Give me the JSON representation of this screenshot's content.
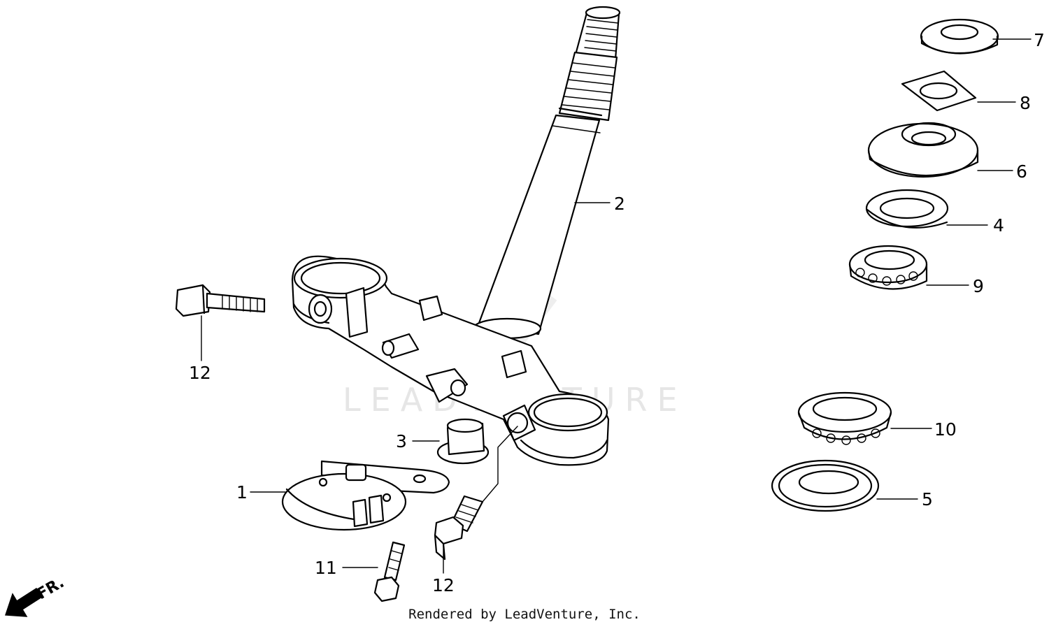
{
  "watermark": {
    "text": "LEADVENTURE"
  },
  "footer": {
    "credit": "Rendered by LeadVenture, Inc."
  },
  "direction_marker": {
    "label": "FR."
  },
  "callouts": [
    {
      "id": "1",
      "label": "1"
    },
    {
      "id": "2",
      "label": "2"
    },
    {
      "id": "3",
      "label": "3"
    },
    {
      "id": "4",
      "label": "4"
    },
    {
      "id": "5",
      "label": "5"
    },
    {
      "id": "6",
      "label": "6"
    },
    {
      "id": "7",
      "label": "7"
    },
    {
      "id": "8",
      "label": "8"
    },
    {
      "id": "9",
      "label": "9"
    },
    {
      "id": "10",
      "label": "10"
    },
    {
      "id": "11",
      "label": "11"
    },
    {
      "id": "12a",
      "label": "12"
    },
    {
      "id": "12b",
      "label": "12"
    }
  ],
  "colors": {
    "line": "#000000",
    "watermark": "#e6e6e6",
    "background": "#ffffff"
  }
}
